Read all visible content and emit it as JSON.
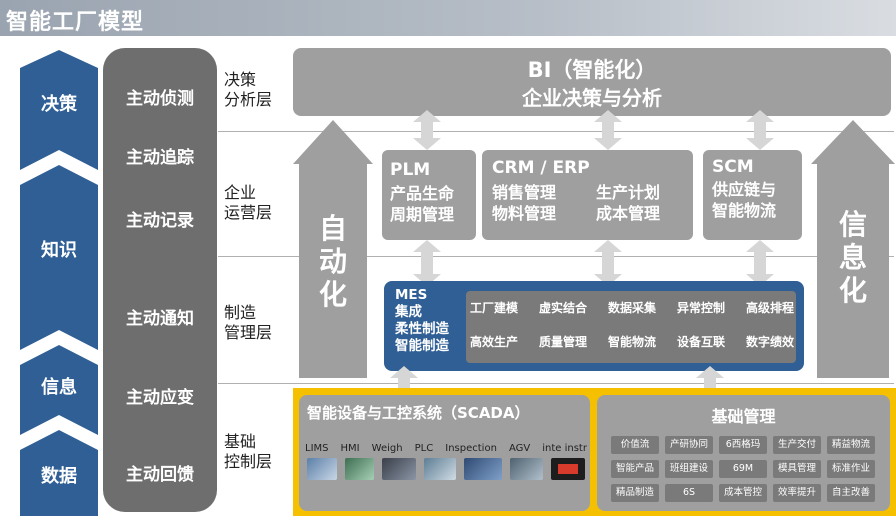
{
  "title": "智能工厂模型",
  "chevrons": [
    "决策",
    "知识",
    "信息",
    "数据"
  ],
  "actions": [
    "主动侦测",
    "主动追踪",
    "主动记录",
    "主动通知",
    "主动应变",
    "主动回馈"
  ],
  "levels": [
    "决策\n分析层",
    "企业\n运营层",
    "制造\n管理层",
    "基础\n控制层"
  ],
  "bi": {
    "line1": "BI（智能化）",
    "line2": "企业决策与分析"
  },
  "left_arrow": "自\n动\n化",
  "right_arrow": "信\n息\n化",
  "plm": {
    "title": "PLM",
    "body": "产品生命\n周期管理"
  },
  "crm": {
    "title": "CRM / ERP",
    "col1": "销售管理\n物料管理",
    "col2": "生产计划\n成本管理"
  },
  "scm": {
    "title": "SCM",
    "body": "供应链与\n智能物流"
  },
  "mes": {
    "title": "MES\n集成\n柔性制造\n智能制造",
    "row1": [
      "工厂建模",
      "虚实结合",
      "数据采集",
      "异常控制",
      "高级排程"
    ],
    "row2": [
      "高效生产",
      "质量管理",
      "智能物流",
      "设备互联",
      "数字绩效"
    ]
  },
  "scada": {
    "title": "智能设备与工控系统（SCADA）",
    "devices": [
      "LIMS",
      "HMI",
      "Weigh",
      "PLC",
      "Inspection",
      "AGV",
      "inte instr"
    ]
  },
  "base": {
    "title": "基础管理",
    "grid": [
      [
        "价值流",
        "产研协同",
        "6西格玛",
        "生产交付",
        "精益物流"
      ],
      [
        "智能产品",
        "班组建设",
        "69M",
        "模具管理",
        "标准作业"
      ],
      [
        "精品制造",
        "6S",
        "成本管控",
        "效率提升",
        "自主改善"
      ]
    ]
  },
  "colors": {
    "blue": "#2f5f95",
    "gray": "#9f9f9f",
    "dark": "#6e6e6e",
    "yellow": "#f5c000"
  }
}
